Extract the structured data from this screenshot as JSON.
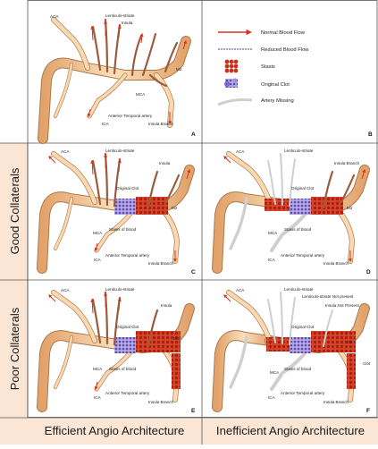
{
  "rows": {
    "good_collaterals": "Good Collaterals",
    "poor_collaterals": "Poor Collaterals"
  },
  "columns": {
    "efficient": "Efficient Angio Architecture",
    "inefficient": "Inefficient Angio Architecture"
  },
  "legend": {
    "normal_flow": "Normal Blood Flow",
    "reduced_flow": "Reduced Blood Flow",
    "stasis": "Stasis",
    "original_clot": "Original Clot",
    "artery_missing": "Artery Missing"
  },
  "panels": {
    "A": {
      "letter": "A",
      "labels": {
        "aca": "ACA",
        "lenticulo": "Lenticulo-striate",
        "insula": "Insula",
        "mca": "MCA",
        "m2": "M2",
        "ica": "ICA",
        "ant_temporal": "Anterior Temporal artery",
        "insula_branch": "Insula Branch"
      }
    },
    "B": {
      "letter": "B"
    },
    "C": {
      "letter": "C",
      "labels": {
        "aca": "ACA",
        "lenticulo": "Lenticulo-striate",
        "insula": "Insula",
        "original_clot": "Original Clot",
        "m2": "M2",
        "stasis": "Stasis of blood",
        "mca": "MCA",
        "ica": "ICA",
        "ant_temporal": "Anterior Temporal artery",
        "insula_branch": "Insula Branch"
      }
    },
    "D": {
      "letter": "D",
      "labels": {
        "aca": "ACA",
        "lenticulo": "Lenticulo-striate",
        "insula_branch_top": "Insula Branch",
        "original_clot": "Original Clot",
        "m2": "M2",
        "stasis": "Stasis of blood",
        "mca": "MCA",
        "ica": "ICA",
        "ant_temporal": "Anterior Temporal artery",
        "insula_branch": "Insula Branch"
      }
    },
    "E": {
      "letter": "E",
      "labels": {
        "aca": "ACA",
        "lenticulo": "Lenticulo-striate",
        "insula": "Insula",
        "original_clot": "Original Clot",
        "m2": "M2",
        "mca": "MCA",
        "stasis": "Stasis of blood",
        "ica": "ICA",
        "ant_temporal": "Anterior Temporal artery",
        "insula_branch": "Insula Branch"
      }
    },
    "F": {
      "letter": "F",
      "labels": {
        "aca": "ACA",
        "lenticulo": "Lenticulo-striate",
        "lenticulo_not_present": "Lenticulo-striate Not present",
        "insula_not_present": "Insula Not Present",
        "original_clot": "Original Clot",
        "m2": "M2",
        "clot": "Clot",
        "mca": "MCA",
        "stasis": "Stasis of blood",
        "ica": "ICA",
        "ant_temporal": "Anterior Temporal artery",
        "insula_branch": "Insula Branch"
      }
    }
  },
  "colors": {
    "vessel_fill": "#f4c38a",
    "vessel_edge": "#a9784b",
    "flow_arrow": "#d9321f",
    "reduced_flow": "#6b6ba8",
    "stasis": "#c8321c",
    "clot": "#8a7ad0",
    "missing": "#d9d9d9",
    "side_band": "#fbe6d6",
    "bottom_band": "#fbe6d6",
    "grid_line": "#555555"
  }
}
